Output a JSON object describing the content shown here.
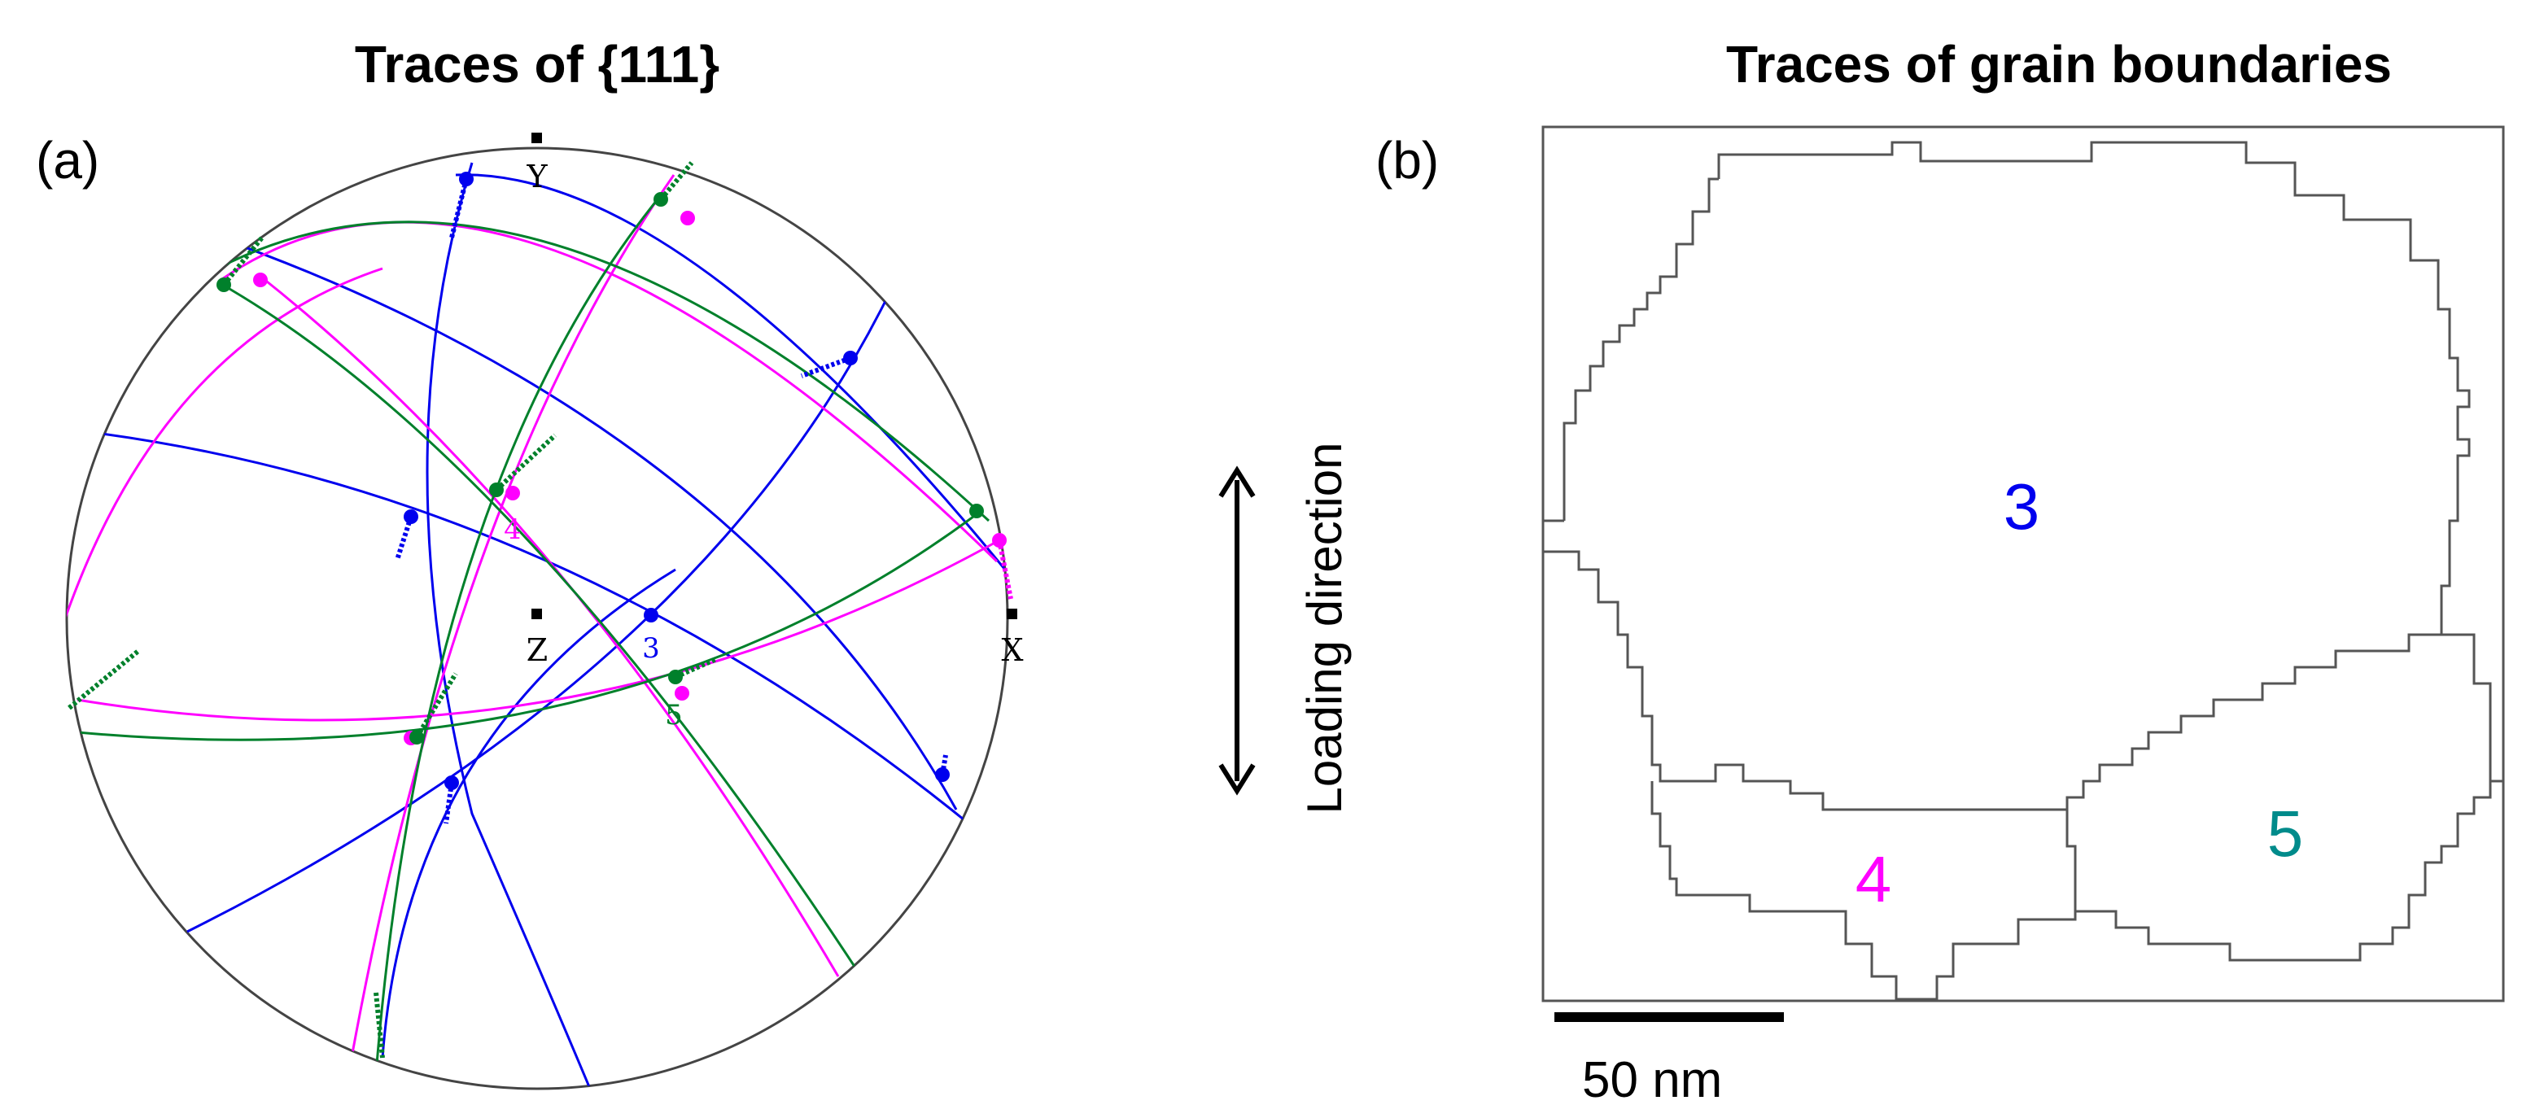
{
  "panel_a": {
    "label": "(a)",
    "title": "Traces of {111}",
    "axes": {
      "y": "Y",
      "z": "Z",
      "x": "X"
    },
    "grain_markers": [
      "4",
      "3",
      "5"
    ]
  },
  "loading": {
    "label": "Loading direction"
  },
  "panel_b": {
    "label": "(b)",
    "title": "Traces of grain boundaries",
    "grains": [
      "3",
      "4",
      "5"
    ],
    "scale_bar_label": "50 nm"
  },
  "colors": {
    "grain3": "#0000ee",
    "grain4": "#ff00ff",
    "grain5": "#00802b",
    "grain5_text": "#008b8b",
    "outline": "#555555"
  }
}
